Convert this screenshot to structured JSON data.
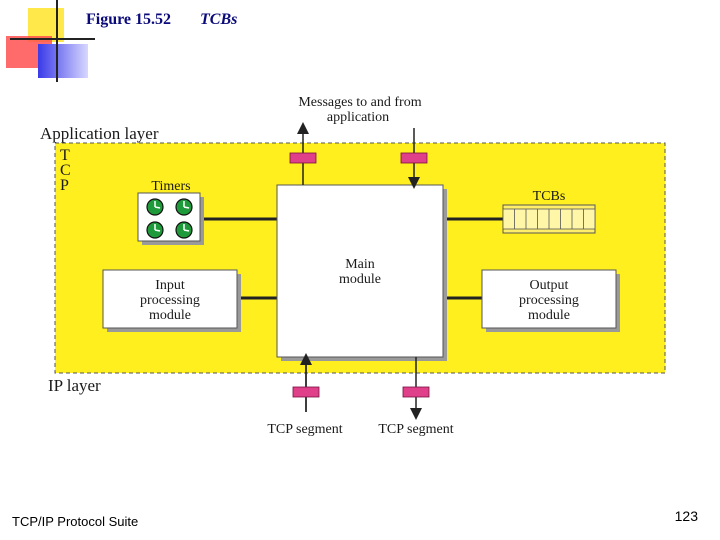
{
  "header": {
    "figure_number": "Figure 15.52",
    "figure_title": "TCBs"
  },
  "diagram": {
    "messages_label": [
      "Messages to and from",
      "application"
    ],
    "application_layer": "Application layer",
    "tcp_letters": [
      "T",
      "C",
      "P"
    ],
    "ip_layer": "IP layer",
    "timers_label": "Timers",
    "tcbs_label": "TCBs",
    "main_module": [
      "Main",
      "module"
    ],
    "input_module": [
      "Input",
      "processing",
      "module"
    ],
    "output_module": [
      "Output",
      "processing",
      "module"
    ],
    "tcp_segment_left": "TCP segment",
    "tcp_segment_right": "TCP segment"
  },
  "colors": {
    "tcp_region": "#ffef1e",
    "port": "#e0408a",
    "timer_face": "#1f9a3a"
  },
  "footer": {
    "suite": "TCP/IP Protocol Suite",
    "page": "123"
  }
}
